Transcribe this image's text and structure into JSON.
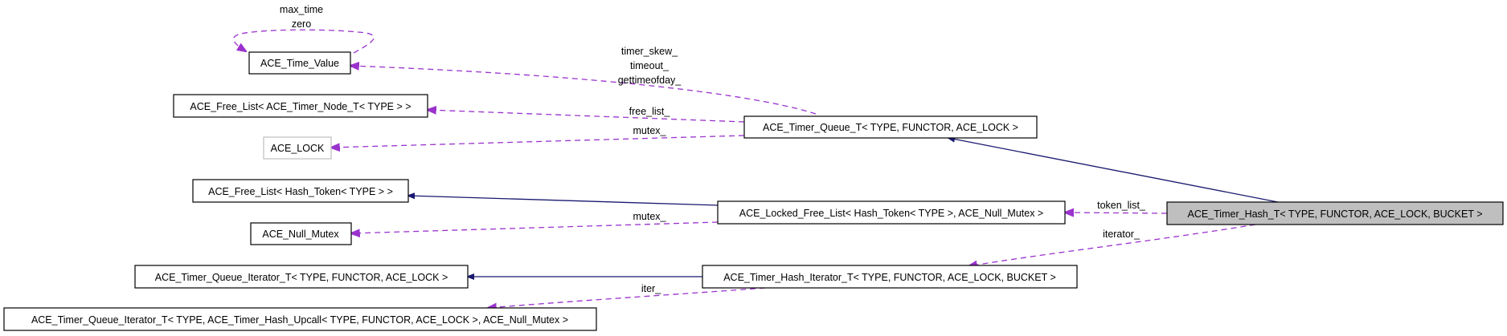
{
  "colors": {
    "inheritance_edge": "#191970",
    "usage_edge": "#9a32cd",
    "node_border": "#000000",
    "node_border_light": "#bfbfbf",
    "highlight_fill": "#bfbfbf"
  },
  "nodes": {
    "time_value": "ACE_Time_Value",
    "free_list_timer_node": "ACE_Free_List< ACE_Timer_Node_T< TYPE > >",
    "ace_lock": "ACE_LOCK",
    "free_list_hash_token": "ACE_Free_List< Hash_Token< TYPE > >",
    "null_mutex": "ACE_Null_Mutex",
    "timer_queue_iterator": "ACE_Timer_Queue_Iterator_T< TYPE, FUNCTOR, ACE_LOCK >",
    "timer_queue_iterator_upcall": "ACE_Timer_Queue_Iterator_T< TYPE, ACE_Timer_Hash_Upcall< TYPE, FUNCTOR, ACE_LOCK >, ACE_Null_Mutex >",
    "timer_queue": "ACE_Timer_Queue_T< TYPE, FUNCTOR, ACE_LOCK >",
    "locked_free_list": "ACE_Locked_Free_List< Hash_Token< TYPE >, ACE_Null_Mutex >",
    "timer_hash_iterator": "ACE_Timer_Hash_Iterator_T< TYPE, FUNCTOR, ACE_LOCK, BUCKET >",
    "timer_hash": "ACE_Timer_Hash_T< TYPE, FUNCTOR, ACE_LOCK, BUCKET >"
  },
  "edge_labels": {
    "max_time": "max_time",
    "zero": "zero",
    "timer_skew": "timer_skew_",
    "timeout": "timeout_",
    "gettimeofday": "gettimeofday_",
    "free_list": "free_list_",
    "mutex_queue": "mutex_",
    "mutex_locked": "mutex_",
    "token_list": "token_list_",
    "iterator": "iterator_",
    "iter": "iter_"
  }
}
